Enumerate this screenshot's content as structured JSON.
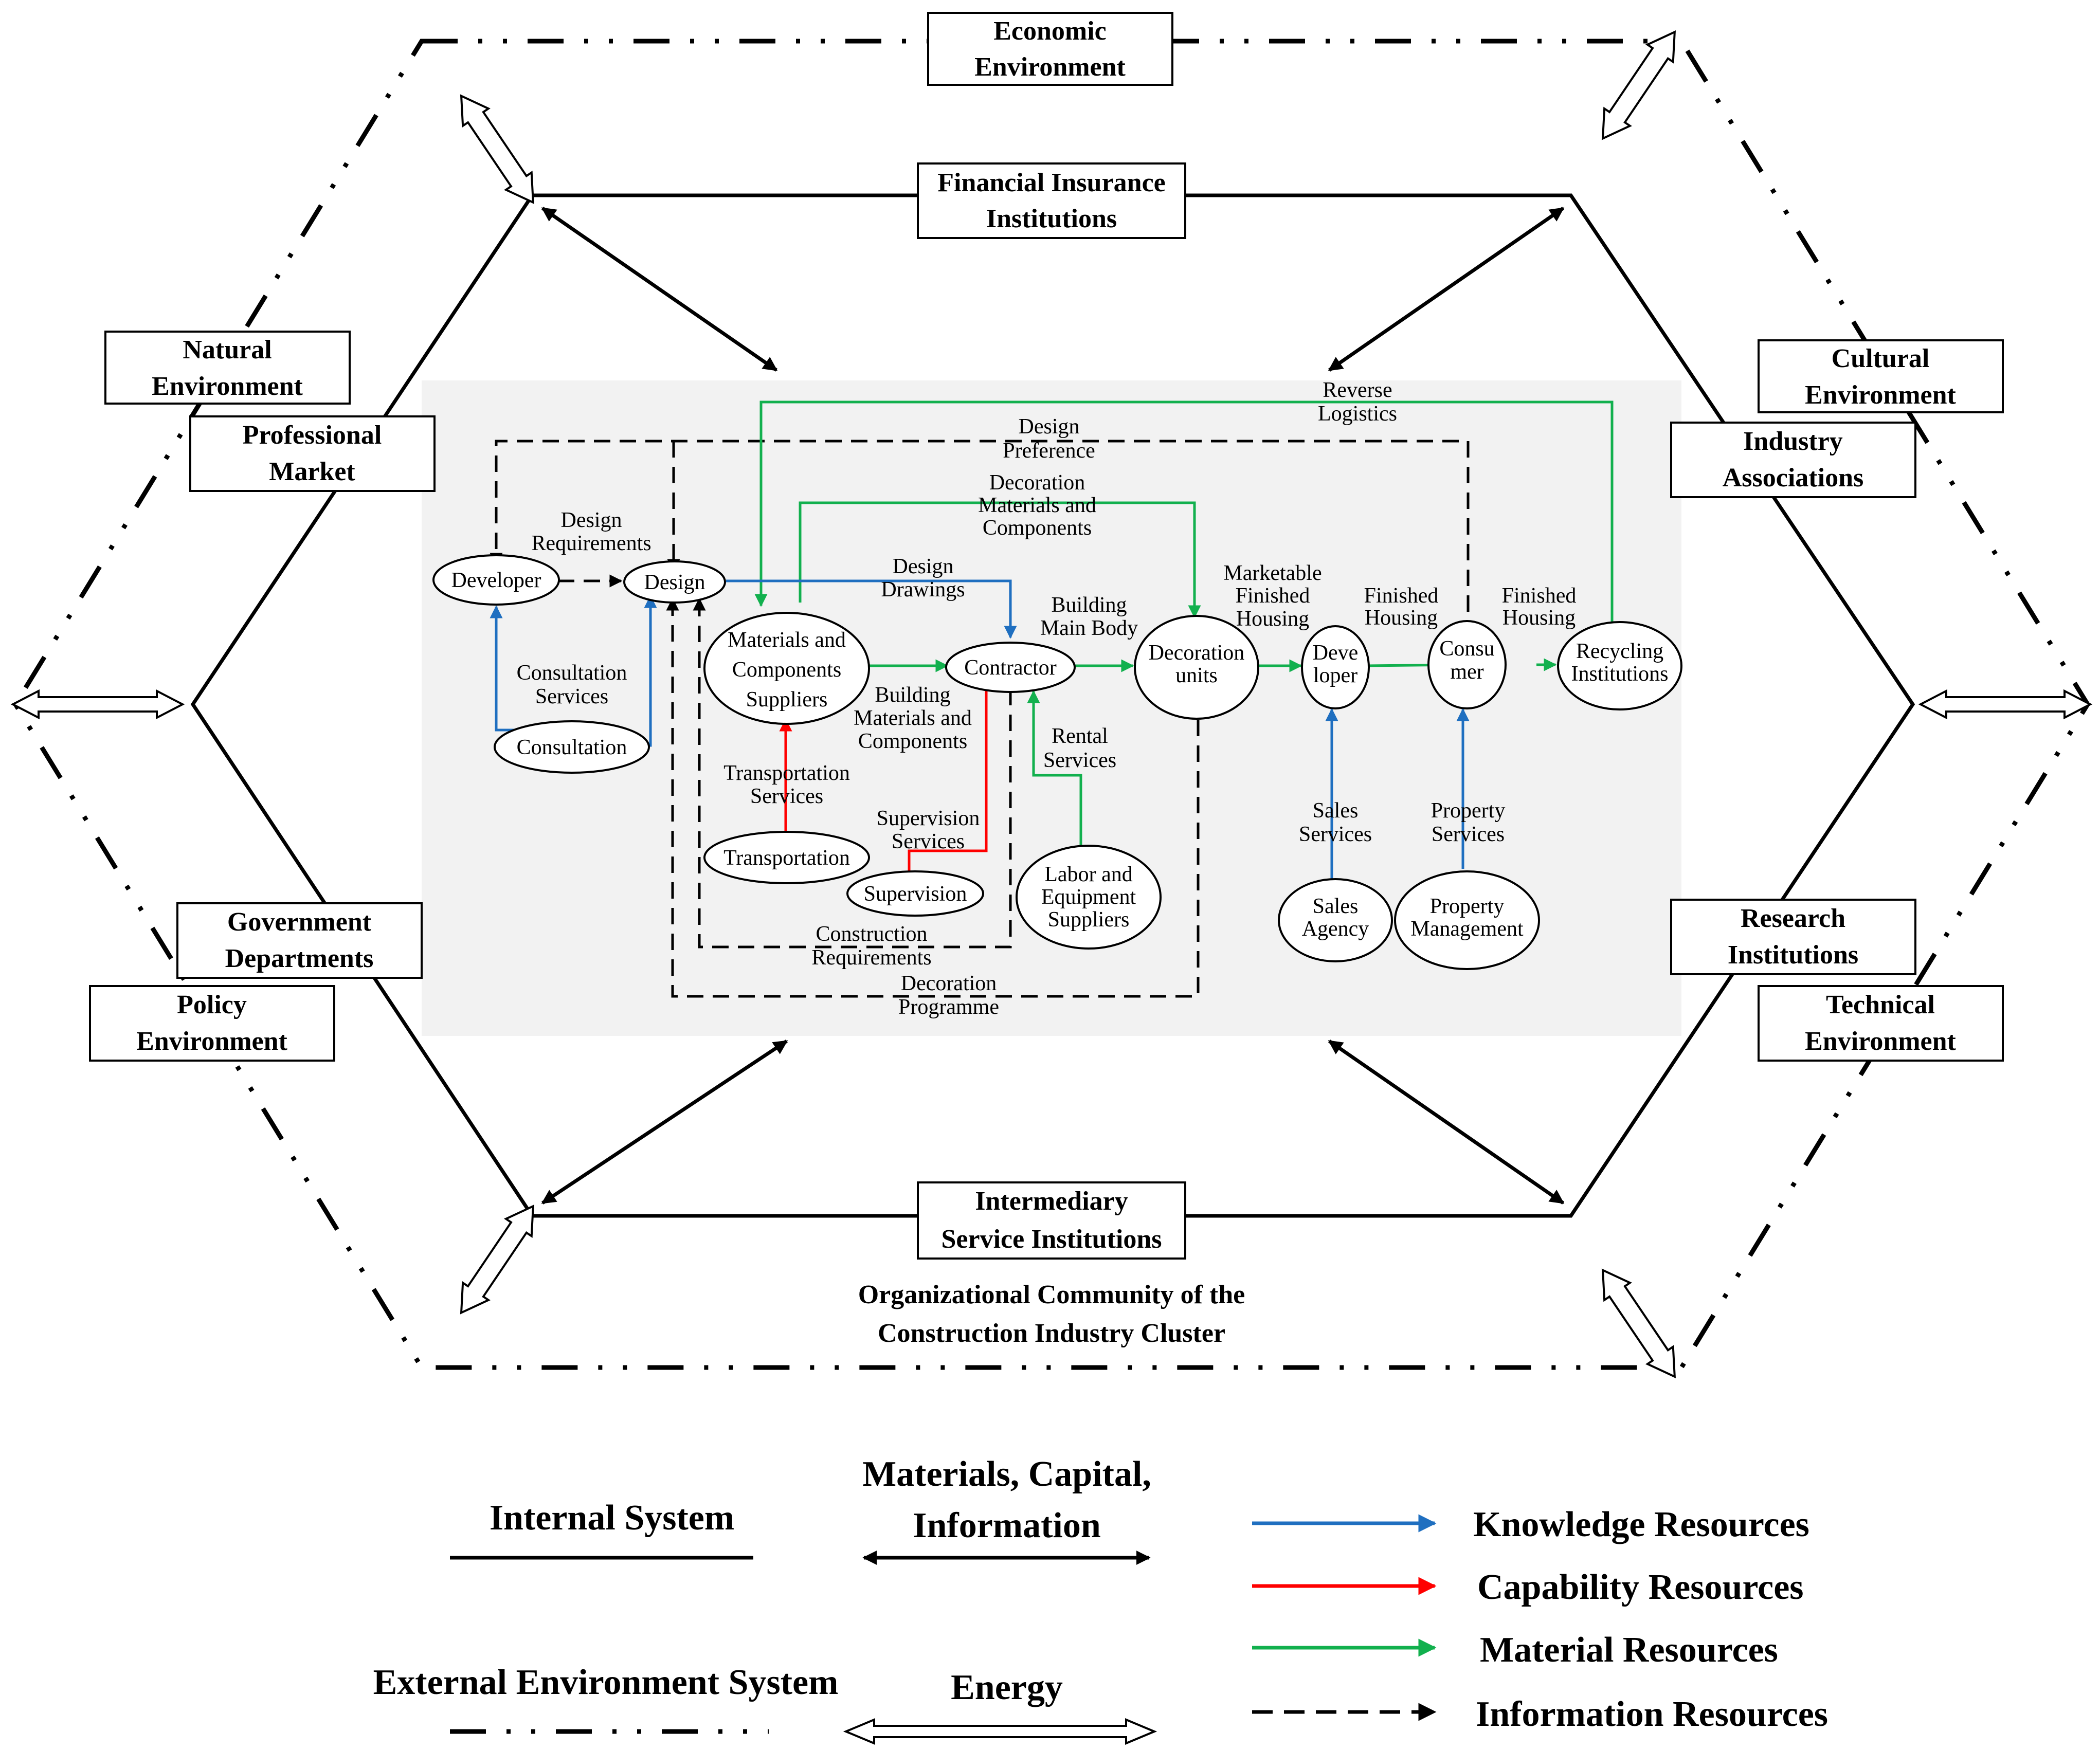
{
  "environment_boxes": {
    "economic": [
      "Economic",
      "Environment"
    ],
    "financial": [
      "Financial Insurance",
      "Institutions"
    ],
    "natural": [
      "Natural",
      "Environment"
    ],
    "professional": [
      "Professional",
      "Market"
    ],
    "cultural": [
      "Cultural",
      "Environment"
    ],
    "industry": [
      "Industry",
      "Associations"
    ],
    "government": [
      "Government",
      "Departments"
    ],
    "policy": [
      "Policy",
      "Environment"
    ],
    "research": [
      "Research",
      "Institutions"
    ],
    "technical": [
      "Technical",
      "Environment"
    ],
    "intermediary": [
      "Intermediary",
      "Service Institutions"
    ]
  },
  "community_caption": [
    "Organizational Community of the",
    "Construction Industry Cluster"
  ],
  "nodes": {
    "developer": "Developer",
    "design": "Design",
    "consultation": "Consultation",
    "materials_suppliers": [
      "Materials and",
      "Components",
      "Suppliers"
    ],
    "contractor": "Contractor",
    "transportation": "Transportation",
    "supervision": "Supervision",
    "labor": [
      "Labor and",
      "Equipment",
      "Suppliers"
    ],
    "decoration_units": [
      "Decoration",
      "units"
    ],
    "developer2": [
      "Deve",
      "loper"
    ],
    "consumer": [
      "Consu",
      "mer"
    ],
    "recycling": [
      "Recycling",
      "Institutions"
    ],
    "sales_agency": [
      "Sales",
      "Agency"
    ],
    "property_management": [
      "Property",
      "Management"
    ]
  },
  "flow_labels": {
    "reverse_logistics": [
      "Reverse",
      "Logistics"
    ],
    "design_preference": [
      "Design",
      "Preference"
    ],
    "decoration_materials": [
      "Decoration",
      "Materials and",
      "Components"
    ],
    "design_requirements": [
      "Design",
      "Requirements"
    ],
    "design_drawings": [
      "Design",
      "Drawings"
    ],
    "building_main_body": [
      "Building",
      "Main Body"
    ],
    "marketable_housing": [
      "Marketable",
      "Finished",
      "Housing"
    ],
    "finished_housing_1": [
      "Finished",
      "Housing"
    ],
    "finished_housing_2": [
      "Finished",
      "Housing"
    ],
    "consultation_services": [
      "Consultation",
      "Services"
    ],
    "building_materials": [
      "Building",
      "Materials and",
      "Components"
    ],
    "transportation_services": [
      "Transportation",
      "Services"
    ],
    "supervision_services": [
      "Supervision",
      "Services"
    ],
    "rental_services": [
      "Rental",
      "Services"
    ],
    "sales_services": [
      "Sales",
      "Services"
    ],
    "property_services": [
      "Property",
      "Services"
    ],
    "construction_requirements": [
      "Construction",
      "Requirements"
    ],
    "decoration_programme": [
      "Decoration",
      "Programme"
    ]
  },
  "legend": {
    "internal_system": "Internal System",
    "external_environment_system": "External Environment System",
    "materials_capital_information": [
      "Materials, Capital,",
      "Information"
    ],
    "energy": "Energy",
    "knowledge_resources": "Knowledge Resources",
    "capability_resources": "Capability Resources",
    "material_resources": "Material Resources",
    "information_resources": "Information Resources"
  },
  "colors": {
    "knowledge": "#1f6fc0",
    "capability": "#ff0000",
    "material": "#12b04e",
    "information": "#000000",
    "panel": "#f2f2f2"
  }
}
